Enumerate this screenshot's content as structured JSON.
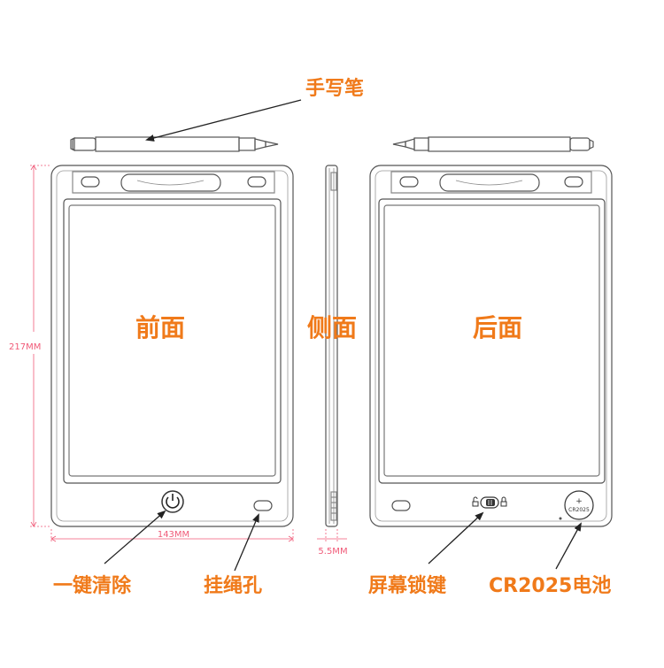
{
  "colors": {
    "accent": "#F07A1A",
    "outline": "#555555",
    "dimension": "#F05A78",
    "leader": "#222222"
  },
  "labels": {
    "pen": "手写笔",
    "front": "前面",
    "side": "侧面",
    "back": "后面",
    "clear_button": "一键清除",
    "lanyard_hole": "挂绳孔",
    "screen_lock": "屏幕锁键",
    "battery": "CR2025电池"
  },
  "dimensions": {
    "height": "217MM",
    "width": "143MM",
    "thickness": "5.5MM"
  },
  "battery_cover": {
    "plus": "+",
    "model": "CR2025"
  },
  "icons": {
    "clear": "power-icon",
    "lock": "lock-icon",
    "unlock": "unlock-icon"
  }
}
